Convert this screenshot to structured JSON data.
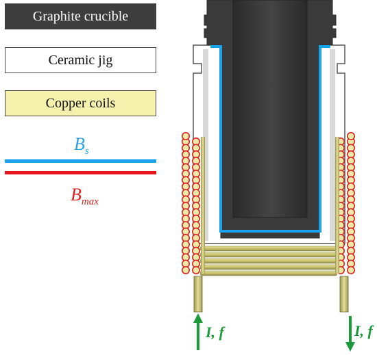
{
  "legend": {
    "graphite_label": "Graphite crucible",
    "ceramic_label": "Ceramic jig",
    "copper_label": "Copper coils"
  },
  "field_lines": {
    "bs": {
      "symbol": "B",
      "subscript": "s",
      "color": "#1aa3ea"
    },
    "bmax": {
      "symbol": "B",
      "subscript": "max",
      "color": "#e8141b"
    }
  },
  "current_labels": {
    "left": "I, f",
    "right": "I, f"
  },
  "colors": {
    "graphite": "#3d3d3d",
    "ceramic": "#ffffff",
    "copper": "#f6f2ad",
    "current_arrow": "#1d9b3a"
  }
}
